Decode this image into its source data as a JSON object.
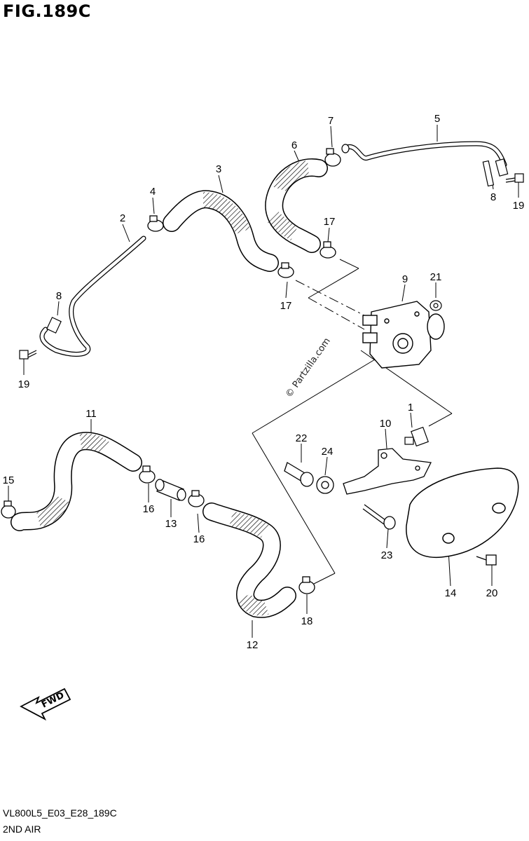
{
  "title": "FIG.189C",
  "footer": {
    "code": "VL800L5_E03_E28_189C",
    "subtitle": "2ND AIR"
  },
  "watermark": "© Partzilla.com",
  "direction_label": "FWD",
  "callouts": [
    "1",
    "2",
    "3",
    "4",
    "5",
    "6",
    "7",
    "8",
    "8",
    "9",
    "10",
    "11",
    "12",
    "13",
    "14",
    "15",
    "16",
    "16",
    "17",
    "17",
    "18",
    "19",
    "19",
    "20",
    "21",
    "22",
    "23",
    "24"
  ]
}
